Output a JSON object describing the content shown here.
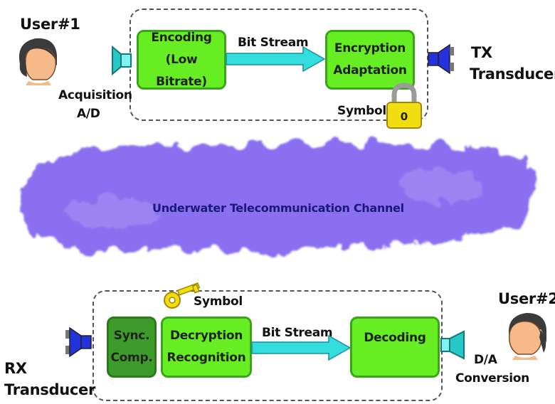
{
  "users": {
    "user1": "User#1",
    "user2": "User#2"
  },
  "transmitter": {
    "acquisition_line1": "Acquisition",
    "acquisition_line2": "A/D",
    "encoding_line1": "Encoding",
    "encoding_line2": "(Low Bitrate)",
    "bitstream": "Bit Stream",
    "encryption_line1": "Encryption",
    "encryption_line2": "Adaptation",
    "symbol": "Symbol",
    "lock_mark": "0",
    "tx_line1": "TX",
    "tx_line2": "Transducer"
  },
  "channel": {
    "label": "Underwater Telecommunication Channel"
  },
  "receiver": {
    "rx_line1": "RX",
    "rx_line2": "Transducer",
    "sync_line1": "Sync.",
    "sync_line2": "Comp.",
    "decryption_line1": "Decryption",
    "decryption_line2": "Recognition",
    "symbol": "Symbol",
    "bitstream": "Bit Stream",
    "decoding": "Decoding",
    "da_line1": "D/A",
    "da_line2": "Conversion"
  },
  "colors": {
    "box_green": "#66ee22",
    "box_dark_green": "#3d9b2a",
    "arrow_cyan": "#33dddd",
    "channel_blue": "#8a70f0",
    "transducer_blue": "#2233dd",
    "lock_yellow": "#f2dd10"
  }
}
